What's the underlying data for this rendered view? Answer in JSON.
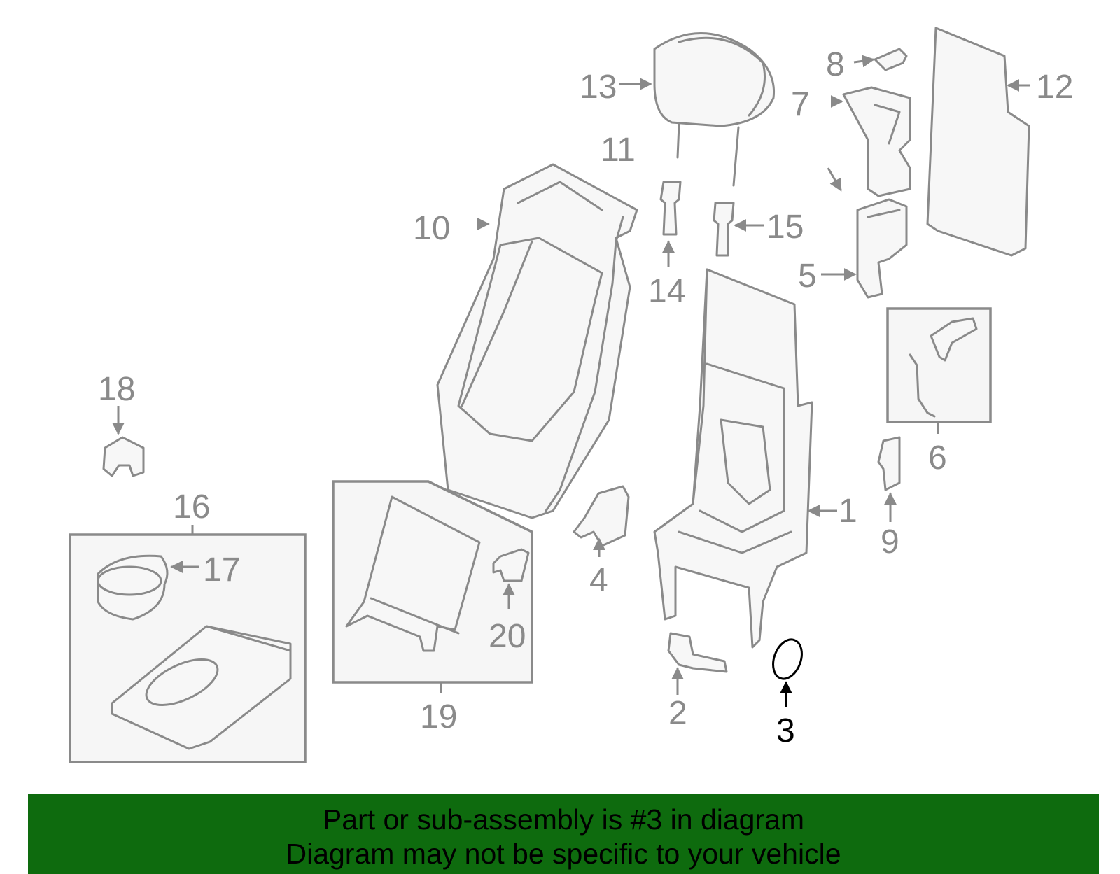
{
  "diagram": {
    "callouts": [
      "1",
      "2",
      "3",
      "4",
      "5",
      "6",
      "7",
      "8",
      "9",
      "10",
      "11",
      "12",
      "13",
      "14",
      "15",
      "16",
      "17",
      "18",
      "19",
      "20"
    ],
    "highlighted_callout": "3",
    "colors": {
      "parts": "#8a8a8a",
      "highlight": "#000000",
      "banner": "#0e6b0e"
    }
  },
  "banner": {
    "line1": "Part or sub-assembly is #3 in diagram",
    "line2": "Diagram may not be specific to your vehicle"
  }
}
